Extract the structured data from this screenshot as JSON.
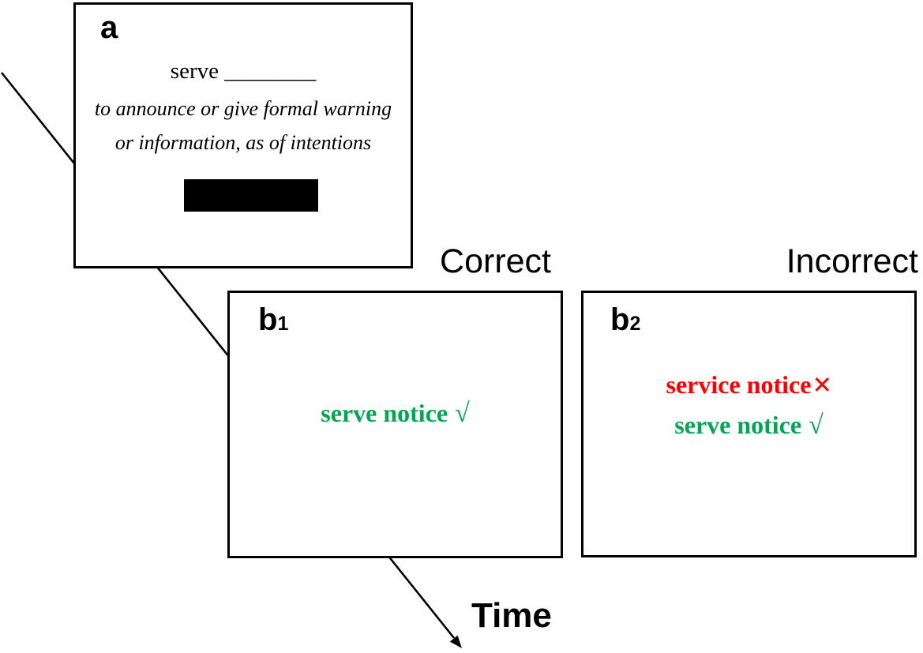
{
  "figure": {
    "panels": {
      "a": {
        "label": "a",
        "cue_word": "serve",
        "blank": "________",
        "definition": {
          "line1": "to announce or give formal warning",
          "line2": "or information, as of intentions"
        }
      },
      "b1": {
        "label": "b",
        "label_sub": "1",
        "condition": "Correct",
        "feedback": [
          {
            "text": "serve notice",
            "mark": "√",
            "status": "correct"
          }
        ]
      },
      "b2": {
        "label": "b",
        "label_sub": "2",
        "condition": "Incorrect",
        "feedback": [
          {
            "text": "service notice",
            "mark": "×",
            "status": "incorrect"
          },
          {
            "text": "serve notice",
            "mark": "√",
            "status": "correct"
          }
        ]
      }
    },
    "time_label": "Time",
    "colors": {
      "correct_green": "#00A651",
      "incorrect_red": "#FF0000",
      "ink": "#000000"
    }
  }
}
